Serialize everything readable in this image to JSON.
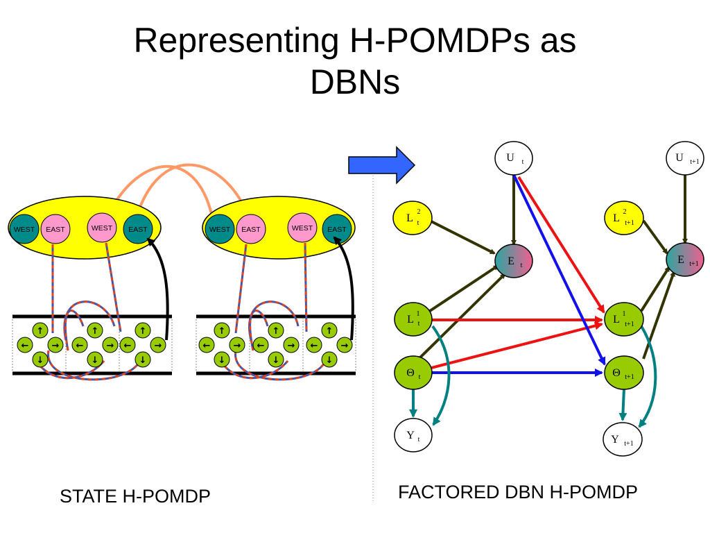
{
  "title": {
    "line1": "Representing H-POMDPs as",
    "line2": "DBNs"
  },
  "left_caption": "STATE H-POMDP",
  "right_caption": "FACTORED DBN H-POMDP",
  "abstract_states": {
    "west": "WEST",
    "east": "EAST"
  },
  "dbn_nodes": {
    "U": {
      "main": "U",
      "t": "t",
      "t1": "t+1"
    },
    "L2": {
      "main": "L",
      "sup": "2",
      "t": "t",
      "t1": "t+1"
    },
    "E": {
      "main": "E",
      "t": "t",
      "t1": "t+1"
    },
    "L1": {
      "main": "L",
      "sup": "1",
      "t": "t",
      "t1": "t+1"
    },
    "Theta": {
      "main": "Θ",
      "t": "t",
      "t1": "t+1"
    },
    "Y": {
      "main": "Y",
      "t": "t",
      "t1": "t+1"
    }
  },
  "arrow_glyphs": {
    "up": "↑",
    "down": "↓",
    "left": "←",
    "right": "→"
  },
  "colors": {
    "abstract_ellipse": "#ffff00",
    "teal_node": "#008b8b",
    "pink_node": "#ff99cc",
    "green_node": "#99cc00",
    "yellow_node": "#ffff00",
    "arrow_dark": "#333300",
    "arrow_red": "#ee1111",
    "arrow_blue": "#1111ee",
    "arrow_teal": "#008080",
    "arrow_orange": "#ff9966",
    "big_arrow": "#3366ff"
  }
}
